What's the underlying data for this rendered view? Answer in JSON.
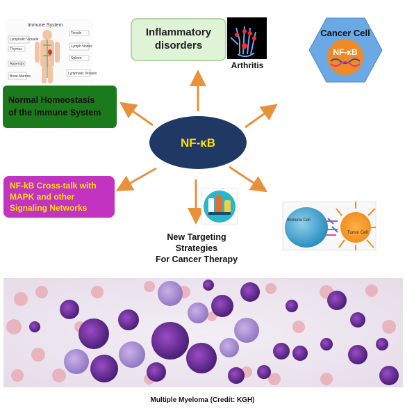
{
  "center": {
    "label": "NF-κB"
  },
  "nodes": {
    "inflammatory": {
      "lines": [
        "Inflammatory",
        "disorders"
      ]
    },
    "arthritis": {
      "label": "Arthritis"
    },
    "cancer_cell": {
      "title": "Cancer Cell",
      "badge": "NF-κB"
    },
    "homeostasis": {
      "lines": [
        "Normal Homeostasis",
        "of the Immune System"
      ]
    },
    "crosstalk": {
      "lines": [
        "NF-kB Cross-talk with",
        "MAPK and other",
        "Signaling Networks"
      ]
    },
    "targeting": {
      "lines": [
        "New Targeting",
        "Strategies",
        "For Cancer Therapy"
      ]
    }
  },
  "immune_system": {
    "title": "Immune System",
    "labels": [
      "Lymphatic Vessels",
      "Thymus",
      "Appendix",
      "Bone Marrow",
      "Tonsils",
      "Lymph Nodes",
      "Spleen",
      "Lymphatic Vessels"
    ]
  },
  "cells_image": {
    "left_label": "Immune Cell",
    "right_label": "Tumor Cell"
  },
  "caption": "Multiple Myeloma  (Credit: KGH)",
  "colors": {
    "center_fill": "#1f3864",
    "arrow": "#e8913a",
    "inflammatory_fill": "#dff3d6",
    "inflammatory_stroke": "#9cc98a",
    "homeostasis_fill": "#1b7a1b",
    "crosstalk_fill": "#c233c2",
    "crosstalk_text": "#ffe100",
    "cancer_hex": "#6aa9e6",
    "cancer_badge": "#f08a24"
  }
}
